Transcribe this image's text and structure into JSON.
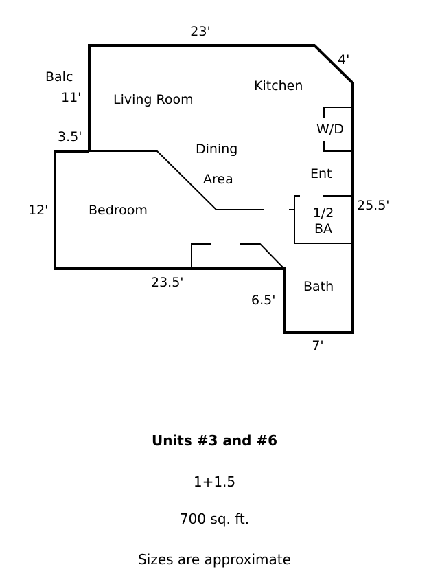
{
  "floorplan": {
    "rooms": {
      "balcony": "Balc",
      "living_room": "Living Room",
      "kitchen": "Kitchen",
      "washer_dryer": "W/D",
      "dining_line1": "Dining",
      "dining_line2": "Area",
      "entry": "Ent",
      "bedroom": "Bedroom",
      "half_bath_line1": "1/2",
      "half_bath_line2": "BA",
      "bath": "Bath"
    },
    "dimensions": {
      "top": "23'",
      "corner_diagonal": "4'",
      "living_left": "11'",
      "balcony_step": "3.5'",
      "bedroom_left": "12'",
      "right": "25.5'",
      "bottom": "23.5'",
      "bath_left": "6.5'",
      "bath_bottom": "7'"
    },
    "colors": {
      "line": "#000000",
      "background": "#ffffff"
    }
  },
  "footer": {
    "title": "Units #3 and #6",
    "config": "1+1.5",
    "area": "700 sq. ft.",
    "note": "Sizes are approximate"
  }
}
